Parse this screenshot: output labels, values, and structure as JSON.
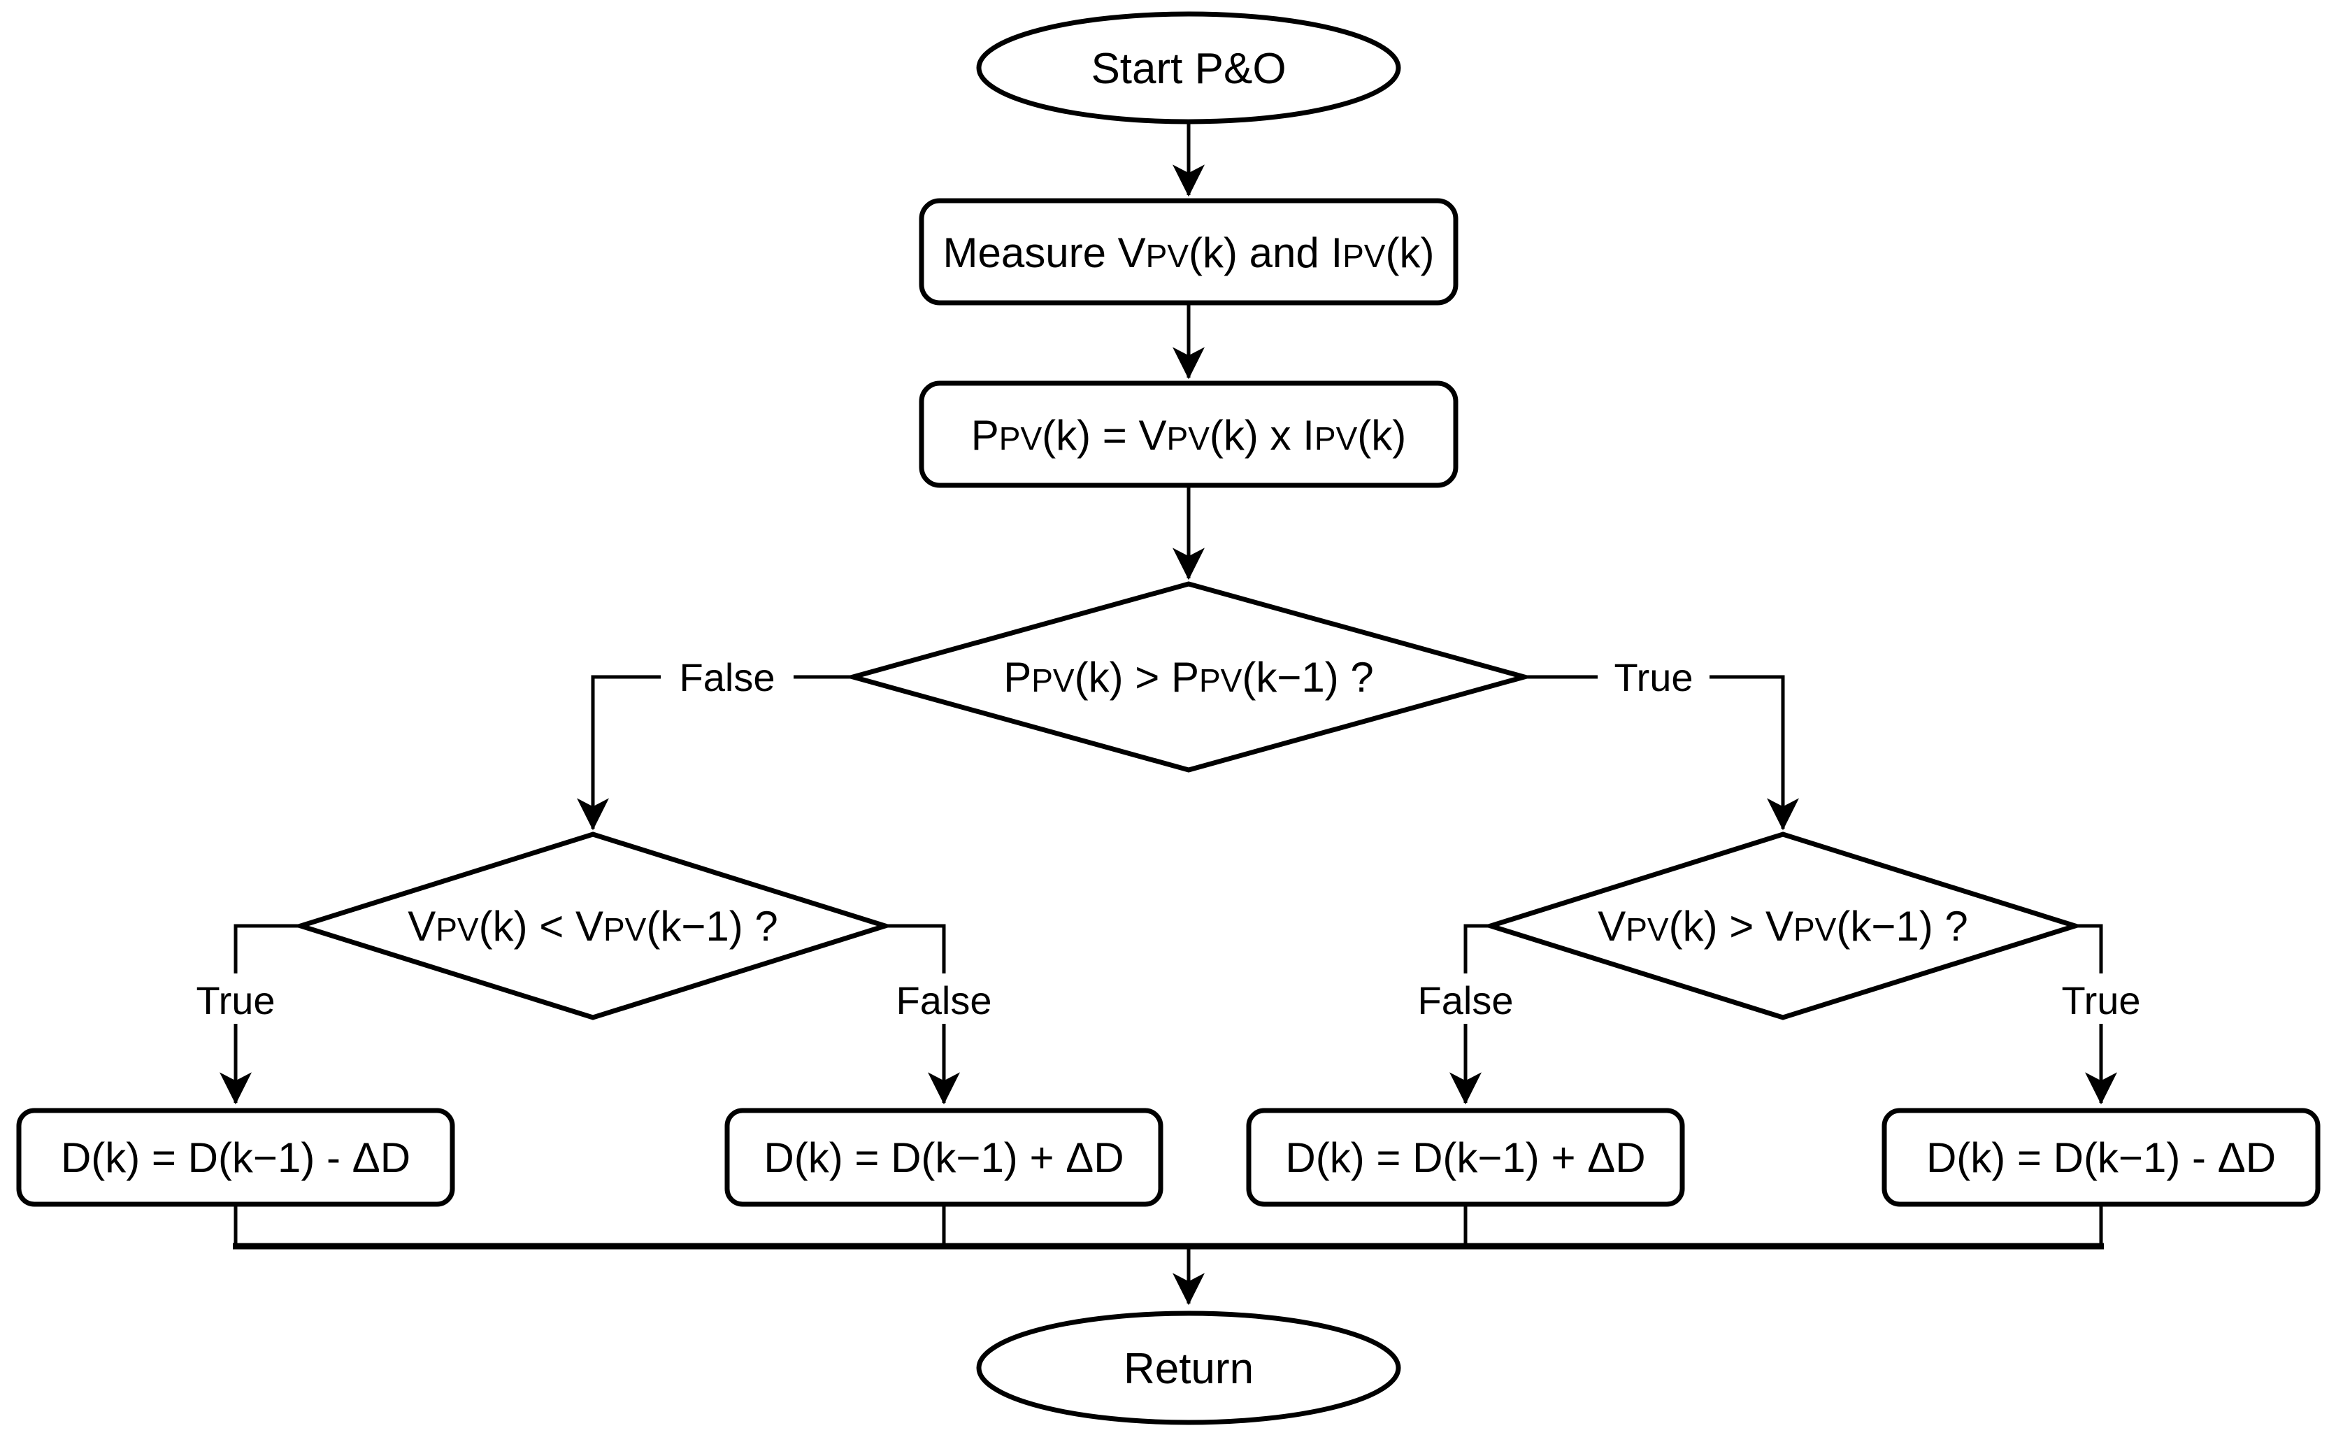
{
  "nodes": {
    "start": {
      "label": "Start P&O",
      "type": "terminator"
    },
    "measure": {
      "type": "process",
      "segments": [
        {
          "t": "Measure V"
        },
        {
          "t": "PV",
          "sub": true
        },
        {
          "t": "(k) and I"
        },
        {
          "t": "PV",
          "sub": true
        },
        {
          "t": "(k)"
        }
      ]
    },
    "power": {
      "type": "process",
      "segments": [
        {
          "t": "P"
        },
        {
          "t": "PV",
          "sub": true
        },
        {
          "t": "(k) = V"
        },
        {
          "t": "PV",
          "sub": true
        },
        {
          "t": "(k) x I"
        },
        {
          "t": "PV",
          "sub": true
        },
        {
          "t": "(k)"
        }
      ]
    },
    "decision_power": {
      "type": "decision",
      "segments": [
        {
          "t": "P"
        },
        {
          "t": "PV",
          "sub": true
        },
        {
          "t": "(k) > P"
        },
        {
          "t": "PV",
          "sub": true
        },
        {
          "t": "(k−1) ?"
        }
      ]
    },
    "decision_voltage_left": {
      "type": "decision",
      "segments": [
        {
          "t": "V"
        },
        {
          "t": "PV",
          "sub": true
        },
        {
          "t": "(k) < V"
        },
        {
          "t": "PV",
          "sub": true
        },
        {
          "t": "(k−1) ?"
        }
      ]
    },
    "decision_voltage_right": {
      "type": "decision",
      "segments": [
        {
          "t": "V"
        },
        {
          "t": "PV",
          "sub": true
        },
        {
          "t": "(k) > V"
        },
        {
          "t": "PV",
          "sub": true
        },
        {
          "t": "(k−1) ?"
        }
      ]
    },
    "duty_box_1": {
      "type": "process",
      "label": "D(k) = D(k−1) - ΔD"
    },
    "duty_box_2": {
      "type": "process",
      "label": "D(k) = D(k−1) + ΔD"
    },
    "duty_box_3": {
      "type": "process",
      "label": "D(k) = D(k−1) + ΔD"
    },
    "duty_box_4": {
      "type": "process",
      "label": "D(k) = D(k−1) - ΔD"
    },
    "return": {
      "label": "Return",
      "type": "terminator"
    }
  },
  "edge_labels": {
    "power_false": "False",
    "power_true": "True",
    "left_true": "True",
    "left_false": "False",
    "right_false": "False",
    "right_true": "True"
  },
  "colors": {
    "line": "#000000",
    "shape_fill": "#ffffff",
    "text": "#000000",
    "background": "#ffffff"
  }
}
